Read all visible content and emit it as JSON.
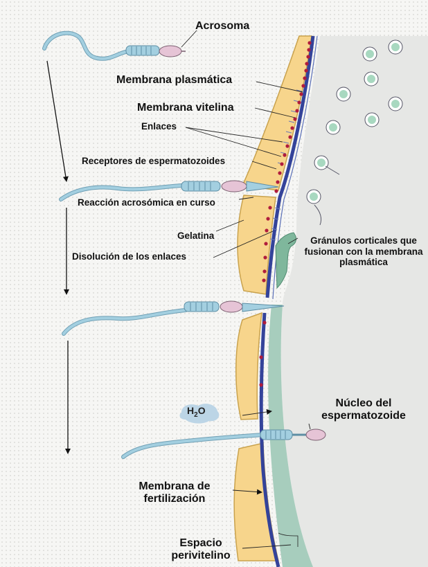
{
  "labels": {
    "acrosoma": "Acrosoma",
    "membrana_plasmatica": "Membrana plasmática",
    "membrana_vitelina": "Membrana vitelina",
    "enlaces": "Enlaces",
    "receptores": "Receptores de espermatozoides",
    "reaccion": "Reacción acrosómica en curso",
    "gelatina": "Gelatina",
    "disolucion": "Disolución de los enlaces",
    "granulos": "Gránulos corticales que fusionan con la membrana plasmática",
    "h2o_main": "H",
    "h2o_sub": "2",
    "h2o_tail": "O",
    "nucleo": "Núcleo del espermatozoide",
    "membrana_fertilizacion": "Membrana de fertilización",
    "espacio": "Espacio perivitelino"
  },
  "colors": {
    "jelly": "#f7d58c",
    "jelly_stroke": "#c9a24d",
    "vitelline": "#34439a",
    "egg_cytoplasm": "#e6e7e5",
    "perivitelline": "#a7cdbd",
    "granule": "#a8d8c0",
    "sperm_tail": "#a3cfe0",
    "sperm_head": "#e6c4d6",
    "receptor_dot": "#b01c3c"
  }
}
